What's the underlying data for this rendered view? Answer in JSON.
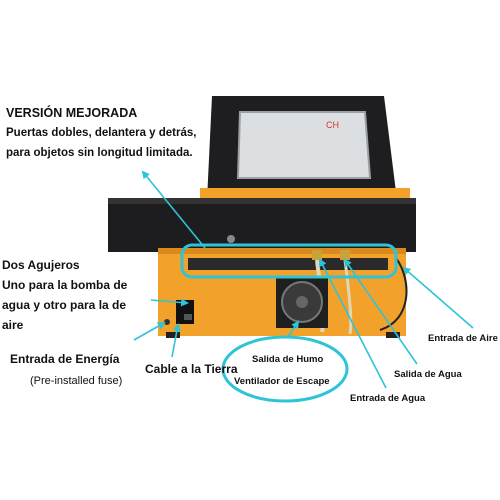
{
  "product": {
    "logo_text": "CH"
  },
  "headline": {
    "title": "VERSIÓN MEJORADA",
    "line1": "Puertas dobles, delantera y detrás,",
    "line2": "para objetos sin longitud limitada."
  },
  "holes": {
    "title": "Dos Agujeros",
    "line1": "Uno para la bomba de",
    "line2": "agua y otro para la de",
    "line3": "aire"
  },
  "power": {
    "label": "Entrada de Energía",
    "note": "(Pre-installed fuse)"
  },
  "ground": {
    "label": "Cable a la Tierra"
  },
  "smoke": {
    "line1": "Salida de Humo",
    "line2": "Ventilador de Escape"
  },
  "air_inlet": {
    "label": "Entrada de Aire"
  },
  "water_outlet": {
    "label": "Salida de Agua"
  },
  "water_inlet": {
    "label": "Entrada de Agua"
  },
  "colors": {
    "accent_cyan": "#2ec4d8",
    "machine_orange": "#f2a22a",
    "machine_black": "#1d1d1f"
  }
}
